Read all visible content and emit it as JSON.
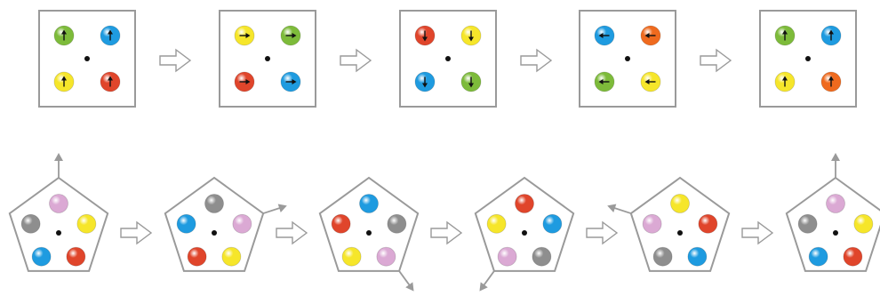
{
  "colors": {
    "green": "#7dbb3a",
    "blue": "#1e9be0",
    "yellow": "#f6e62a",
    "red": "#e0452b",
    "orange": "#ef6a1e",
    "gray": "#8e8e8e",
    "pink": "#dba9d4",
    "frame": "#9a9a9a",
    "arrow": "#9a9a9a",
    "center_dot": "#111111"
  },
  "top_row": {
    "panels": [
      {
        "balls": [
          {
            "color": "green",
            "dir": "up"
          },
          {
            "color": "blue",
            "dir": "up"
          },
          {
            "color": "yellow",
            "dir": "up"
          },
          {
            "color": "red",
            "dir": "up"
          }
        ]
      },
      {
        "balls": [
          {
            "color": "yellow",
            "dir": "right"
          },
          {
            "color": "green",
            "dir": "right"
          },
          {
            "color": "red",
            "dir": "right"
          },
          {
            "color": "blue",
            "dir": "right"
          }
        ]
      },
      {
        "balls": [
          {
            "color": "red",
            "dir": "down"
          },
          {
            "color": "yellow",
            "dir": "down"
          },
          {
            "color": "blue",
            "dir": "down"
          },
          {
            "color": "green",
            "dir": "down"
          }
        ]
      },
      {
        "balls": [
          {
            "color": "blue",
            "dir": "left"
          },
          {
            "color": "orange",
            "dir": "left"
          },
          {
            "color": "green",
            "dir": "left"
          },
          {
            "color": "yellow",
            "dir": "left"
          }
        ]
      },
      {
        "balls": [
          {
            "color": "green",
            "dir": "up"
          },
          {
            "color": "blue",
            "dir": "up"
          },
          {
            "color": "yellow",
            "dir": "up"
          },
          {
            "color": "orange",
            "dir": "up"
          }
        ]
      }
    ]
  },
  "bottom_row": {
    "panels": [
      {
        "pointer": "up",
        "balls": [
          "pink",
          "yellow",
          "red",
          "blue",
          "gray"
        ]
      },
      {
        "pointer": "upper-right",
        "balls": [
          "gray",
          "pink",
          "yellow",
          "red",
          "blue"
        ]
      },
      {
        "pointer": "lower-right",
        "balls": [
          "blue",
          "gray",
          "pink",
          "yellow",
          "red"
        ]
      },
      {
        "pointer": "lower-left",
        "balls": [
          "red",
          "blue",
          "gray",
          "pink",
          "yellow"
        ]
      },
      {
        "pointer": "upper-left",
        "balls": [
          "yellow",
          "red",
          "blue",
          "gray",
          "pink"
        ]
      },
      {
        "pointer": "up",
        "balls": [
          "pink",
          "yellow",
          "red",
          "blue",
          "gray"
        ]
      }
    ]
  }
}
